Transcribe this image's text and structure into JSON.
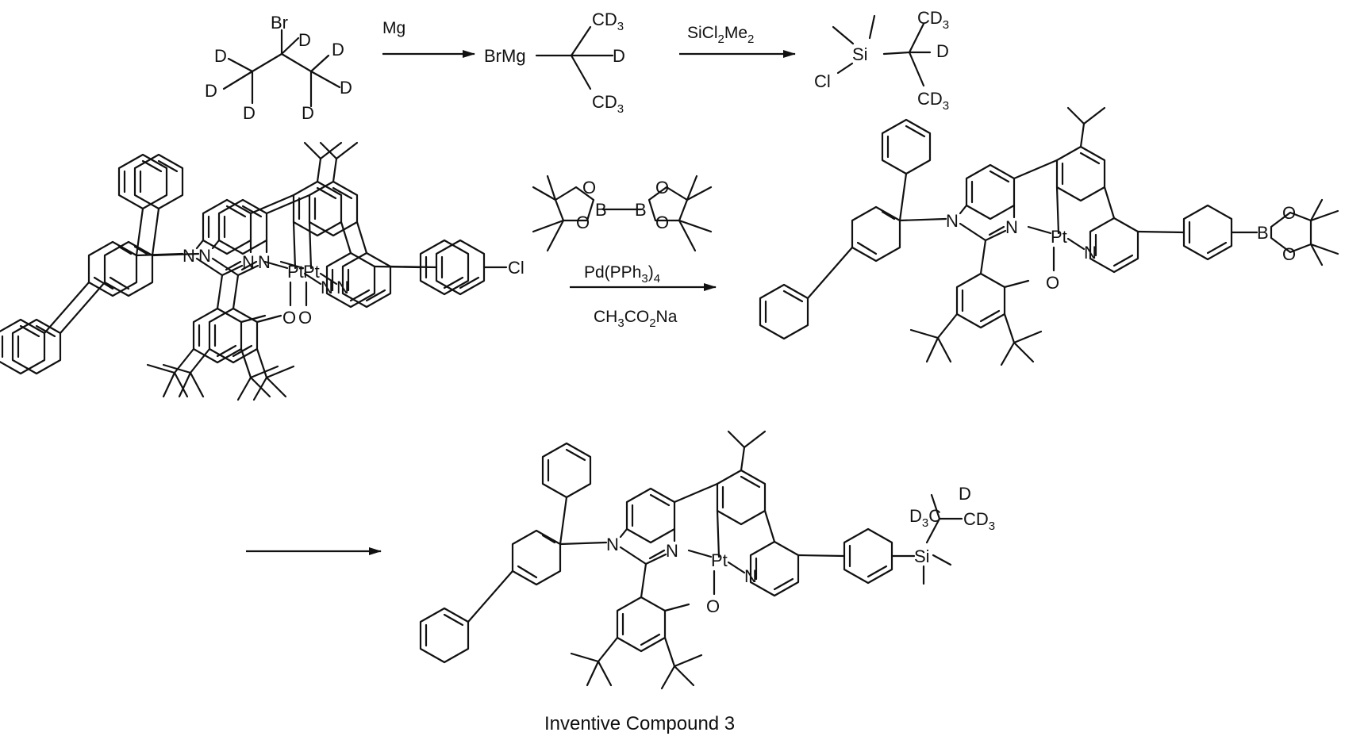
{
  "figure": {
    "caption": "Inventive Compound 3",
    "atoms": {
      "br": "Br",
      "d": "D",
      "brmg": "BrMg",
      "cl": "Cl",
      "si": "Si",
      "n": "N",
      "pt": "Pt",
      "o": "O",
      "b": "B",
      "c": "C",
      "three": "3"
    }
  },
  "steps": [
    {
      "id": "grignard",
      "reagent": "Mg"
    },
    {
      "id": "silylation",
      "reagent_main": "SiCl",
      "reagent_sub": "2",
      "reagent_tail": "Me",
      "reagent_sub2": "2"
    },
    {
      "id": "borylation",
      "catalyst": "Pd(PPh",
      "catalyst_sub": "3",
      "catalyst_close": ")",
      "catalyst_sub2": "4",
      "base_a": "CH",
      "base_sub1": "3",
      "base_b": "CO",
      "base_sub2": "2",
      "base_c": "Na"
    },
    {
      "id": "coupling",
      "reagent": ""
    }
  ],
  "groups": {
    "cd3": "CD",
    "cd3_sub": "3",
    "d3c": "D",
    "d3c_sub": "3",
    "d3c_tail": "C"
  }
}
